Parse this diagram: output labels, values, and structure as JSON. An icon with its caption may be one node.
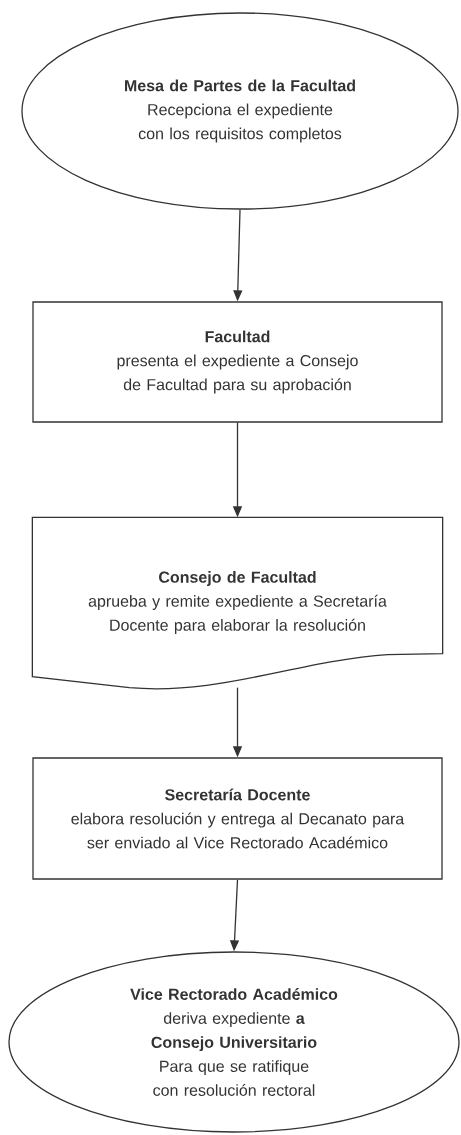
{
  "diagram": {
    "nodes": [
      {
        "text": [
          "Mesa de Partes de la Facultad",
          "Recepciona el expediente con los requisitos completos"
        ]
      },
      {
        "text": [
          "Facultad",
          "presenta el expediente a Consejo de Facultad para su aprobación"
        ]
      },
      {
        "text": [
          "Consejo de Facultad",
          "aprueba y remite expediente a Secretaría Docente para elaborar la resolución"
        ]
      },
      {
        "text": [
          "Secretaría Docente",
          "elabora resolución y entrega al Decanato para ser enviado al Vice Rectorado Académico"
        ]
      },
      {
        "text": [
          "Vice Rectorado Académico",
          "deriva expediente **a Consejo Universitario**",
          "Para que se ratifique con resolución rectoral"
        ]
      }
    ],
    "edges": [
      {
        "from": 0,
        "to": 1,
        "arrow": "to"
      },
      {
        "from": 1,
        "to": 2,
        "arrow": "to"
      },
      {
        "from": 2,
        "to": 3,
        "arrow": "to"
      },
      {
        "from": 3,
        "to": 4,
        "arrow": "to"
      }
    ]
  }
}
